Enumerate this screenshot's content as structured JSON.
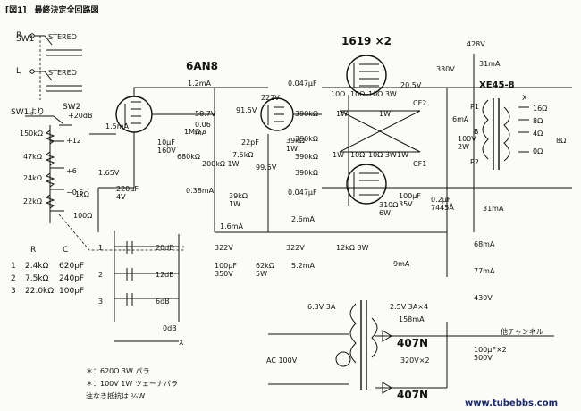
{
  "title": "[図1]　最終決定全回路図",
  "tubes": {
    "driver": "6AN8",
    "output": "1619 ×2",
    "transformer": "XE45-8"
  },
  "rectifier": [
    "407N",
    "407N"
  ],
  "switches": {
    "sw1": "SW1",
    "sw2": "SW2",
    "sw1b": "SW1より",
    "stereo": "STEREO"
  },
  "rc_table": {
    "header": [
      "R",
      "C"
    ],
    "rows": [
      [
        "1",
        "2.4kΩ",
        "620pF"
      ],
      [
        "2",
        "7.5kΩ",
        "240pF"
      ],
      [
        "3",
        "22.0kΩ",
        "100pF"
      ]
    ]
  },
  "gain_labels": [
    "+20dB",
    "+12",
    "+6",
    "−0.5",
    "20dB",
    "12dB",
    "6dB",
    "0dB"
  ],
  "labels": {
    "r150k": "150kΩ",
    "r47k": "47kΩ",
    "r24k": "24kΩ",
    "r22k": "22kΩ",
    "r1k": "1kΩ",
    "r100": "100Ω",
    "c220": "220µF\n4V",
    "v165": "1.65V",
    "i15": "1.5mA",
    "i12": "1.2mA",
    "v587": "58.7V",
    "c10": "10µF\n160V",
    "r1m": "1MΩ",
    "r006": "0.06\nmA",
    "r680": "680kΩ",
    "r200": "200kΩ 1W",
    "r75": "7.5kΩ",
    "c22": "22pF",
    "i038": "0.38mA",
    "v915": "91.5V",
    "v222": "222V",
    "v995": "99.5V",
    "r39a": "39kΩ\n1W",
    "r39b": "39kΩ\n1W",
    "c047a": "0.047µF",
    "c047b": "0.047µF",
    "r390a": "390kΩ",
    "r390b": "390kΩ",
    "r390c": "390kΩ",
    "r390d": "390kΩ",
    "i16": "1.6mA",
    "i26": "2.6mA",
    "v322a": "322V",
    "v322b": "322V",
    "i52": "5.2mA",
    "r62": "62kΩ\n5W",
    "c100a": "100µF\n350V",
    "r12k": "12kΩ 3W",
    "i9": "9mA",
    "i68": "68mA",
    "i77": "77mA",
    "v430": "430V",
    "v428": "428V",
    "v330": "330V",
    "v205": "20.5V",
    "i31a": "31mA",
    "i31b": "31mA",
    "i6": "6mA",
    "d100": "100V\n2W",
    "cf1": "CF1",
    "cf2": "CF2",
    "r10a": "10Ω",
    "r10b": "10Ω",
    "r10c": "10Ω 3W",
    "r1wa": "1W",
    "r1wb": "1W",
    "r10d": "10Ω",
    "r10e": "10Ω 3W",
    "r1wc": "1W",
    "r1wd": "1W",
    "r310": "310Ω\n6W",
    "c100b": "100µF\n35V",
    "c02": "0.2µF\n7445Å",
    "out_16": "16Ω",
    "out_8": "8Ω",
    "out_4": "4Ω",
    "out_0": "0Ω",
    "out_load": "8Ω",
    "p1": "P1",
    "p2": "P2",
    "b": "B",
    "x": "X",
    "ac": "AC 100V",
    "h63": "6.3V 3A",
    "h25": "2.5V 3A×4",
    "t320": "320V×2",
    "i158": "158mA",
    "other": "他チャンネル",
    "c100c": "100µF×2\n500V",
    "note1": "＊：620Ω 3W パラ",
    "note2": "＊：100V 1W ツェーナパラ",
    "note3": "注なき抵抗は ¼W",
    "watermark": "www.tubebbs.com"
  }
}
